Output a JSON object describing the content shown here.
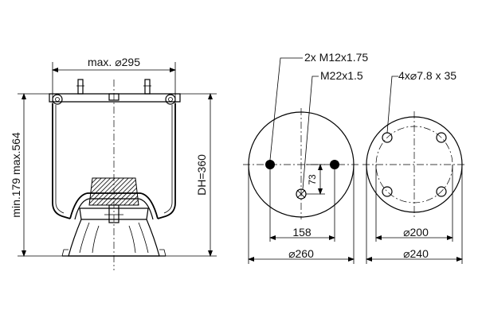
{
  "left_view": {
    "top_width": "max. ⌀295",
    "vertical_height": "min.179 max.564",
    "design_height": "DH=360"
  },
  "top_plate_view": {
    "thread_studs": "2x M12x1.75",
    "air_fitting": "M22x1.5",
    "offset": "73",
    "stud_spacing": "158",
    "diameter": "⌀260"
  },
  "piston_view": {
    "holes": "4x⌀7.8 x 35",
    "bolt_circle": "⌀200",
    "diameter": "⌀240"
  },
  "colors": {
    "line": "#000000",
    "background": "#ffffff"
  }
}
